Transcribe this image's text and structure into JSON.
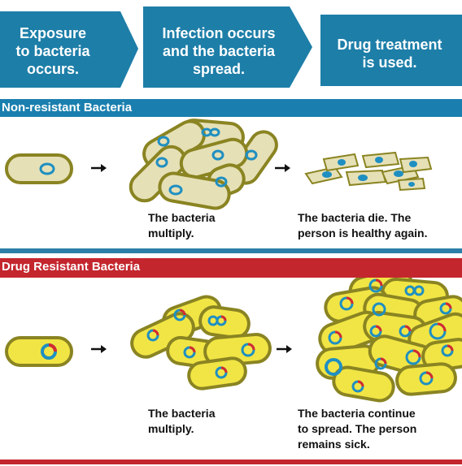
{
  "steps": [
    {
      "label": "Exposure\nto bacteria\noccurs."
    },
    {
      "label": "Infection occurs\nand the bacteria\nspread."
    },
    {
      "label": "Drug treatment\nis used."
    }
  ],
  "sections": {
    "non_resistant": {
      "title": "Non-resistant Bacteria",
      "caption_multiply": "The bacteria\nmultiply.",
      "caption_outcome": "The bacteria die. The\nperson is healthy again."
    },
    "resistant": {
      "title": "Drug Resistant Bacteria",
      "caption_multiply": "The bacteria\nmultiply.",
      "caption_outcome": "The bacteria continue\nto spread. The person\nremains sick."
    }
  },
  "colors": {
    "arrow_blue": "#1d7ea8",
    "band_blue": "#1a7fae",
    "band_red": "#c4262e",
    "bacteria_pale": "#e6e0b7",
    "bacteria_yellow": "#f1e545",
    "bacteria_outline": "#8a8422",
    "nucleus_blue": "#1f8fc1",
    "resistance_red": "#d52a2f"
  }
}
